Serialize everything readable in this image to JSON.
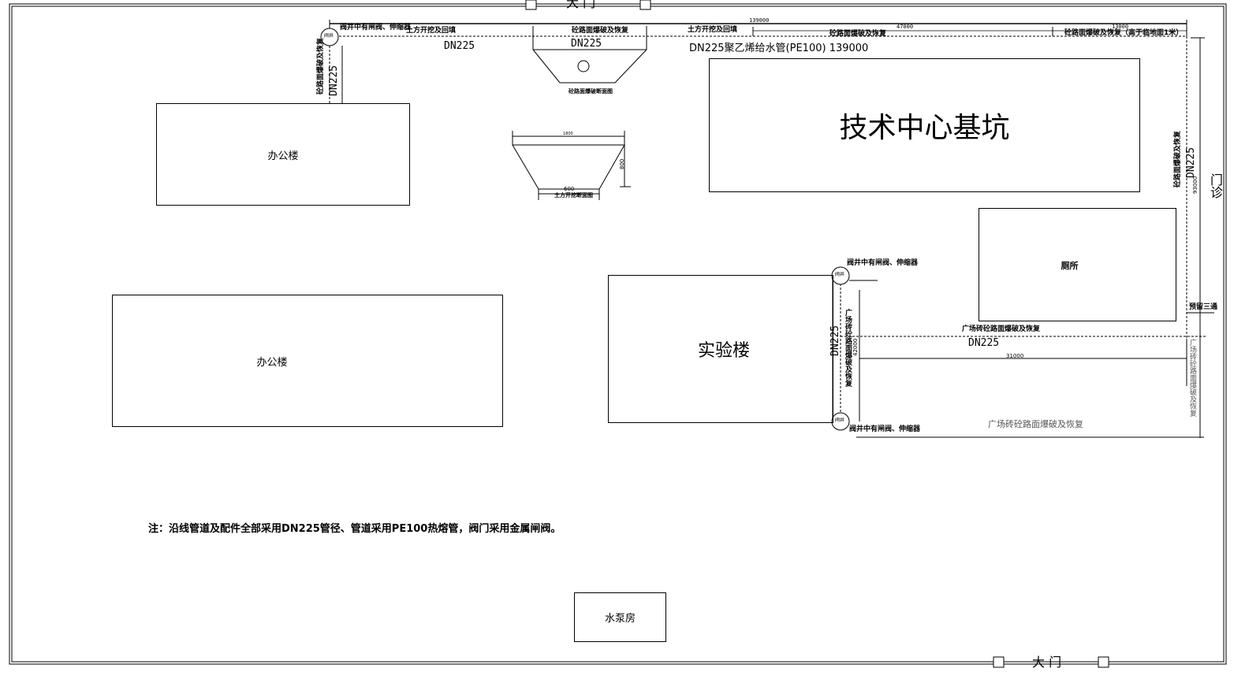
{
  "gates": {
    "top": "大 门",
    "bottom": "大 门",
    "side": "门诊"
  },
  "buildings": {
    "office_top": "办公楼",
    "office_bottom": "办公楼",
    "lab": "实验楼",
    "tech_center_pit": "技术中心基坑",
    "toilet": "厕所",
    "pump_house": "水泵房"
  },
  "valve_well": "阀井",
  "labels": {
    "valve_note": "阀井中有闸阀、伸缩器",
    "earthwork": "土方开挖及回填",
    "concrete_road": "砼路面爆破及恢复",
    "concrete_road_stitch": "砼路面爆破及恢复（高于临地面1米）",
    "concrete_section": "砼路面爆破断面图",
    "earthwork_section": "土方开挖断面图",
    "square_brick": "广场砖砼路面爆破及恢复",
    "reserved_tee": "预留三通",
    "pipe_spec": "DN225聚乙烯给水管(PE100) 139000",
    "dn": "DN225"
  },
  "dimensions": {
    "total": "139000",
    "seg1": "47000",
    "seg2": "13000",
    "right": "93000",
    "middle": "31000",
    "vertical": "42000",
    "section_top": "1800",
    "section_bottom": "600",
    "section_depth": "800"
  },
  "note": "注：沿线管道及配件全部采用DN225管径、管道采用PE100热熔管，阀门采用金属闸阀。"
}
